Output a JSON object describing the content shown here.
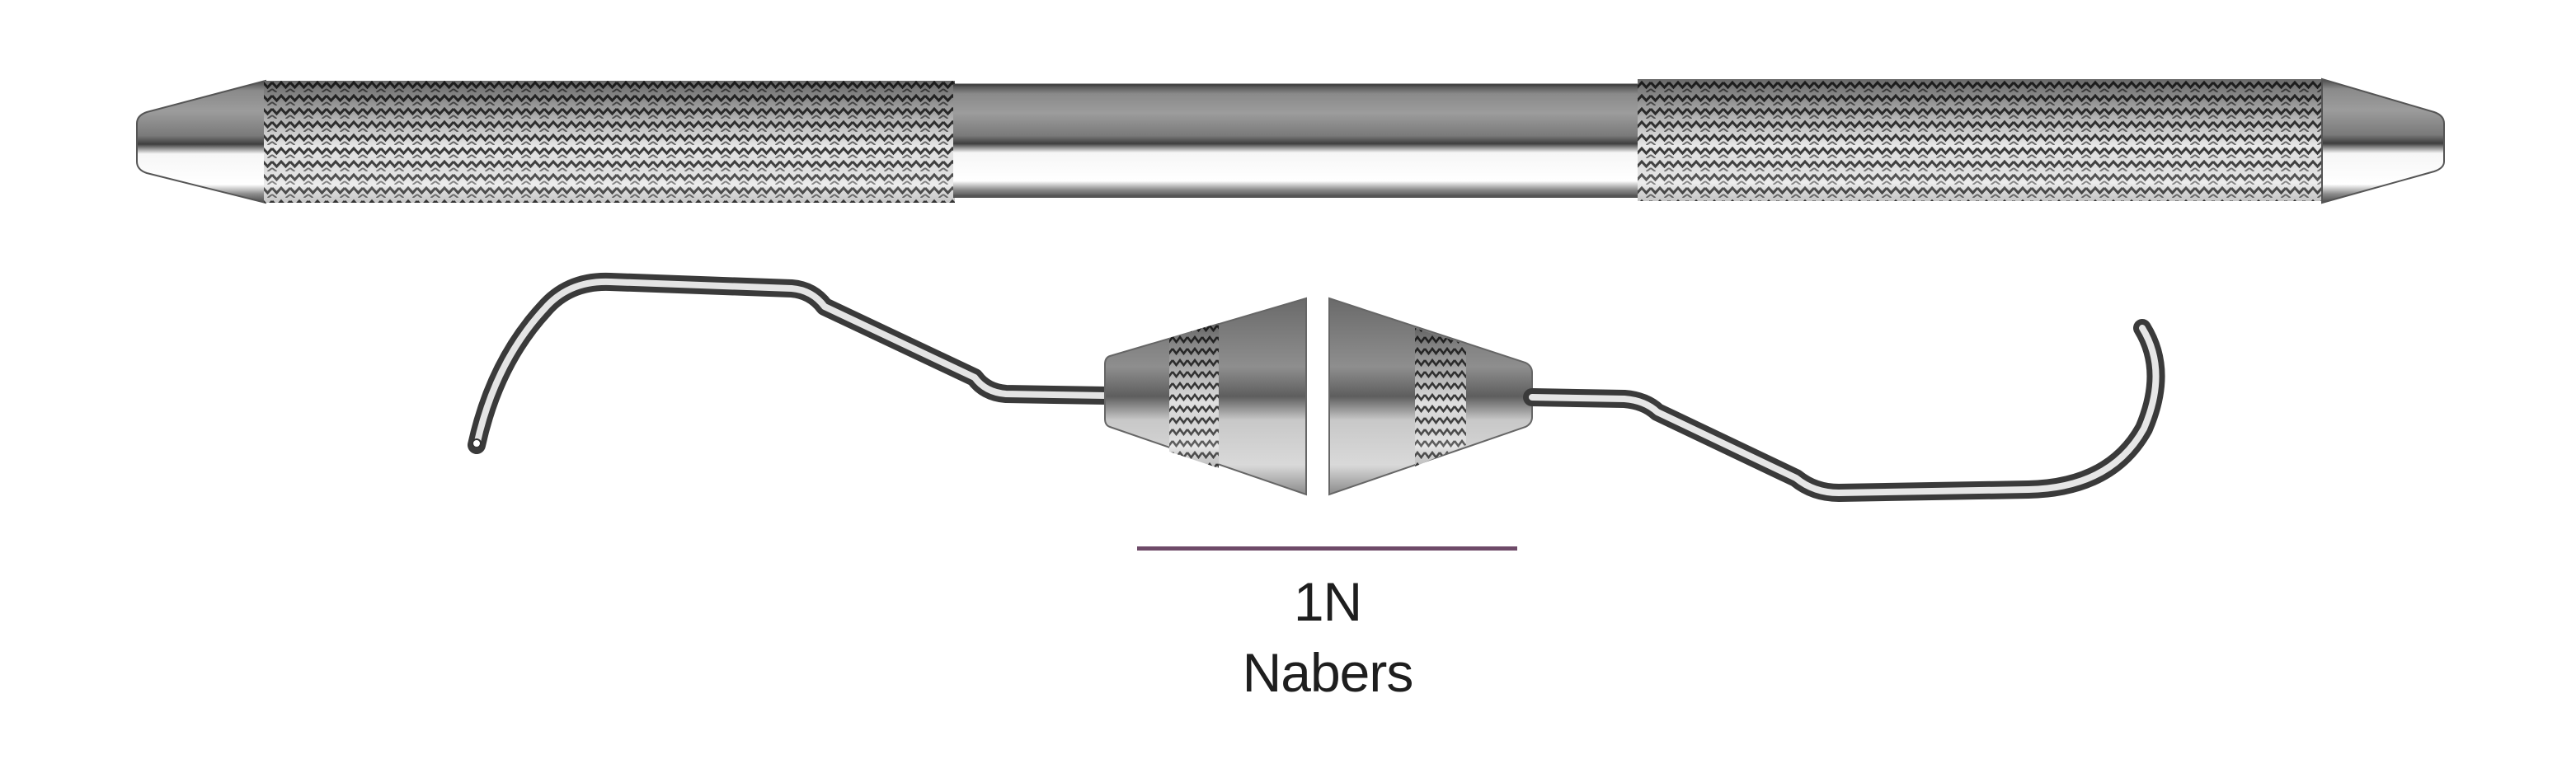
{
  "product": {
    "model_code": "1N",
    "model_name": "Nabers",
    "instrument_type": "double-ended periodontal probe"
  },
  "colors": {
    "background": "#ffffff",
    "divider": "#6e4a68",
    "text": "#1e1e1e",
    "steel_dark": "#5a5a5a",
    "steel_mid": "#8c8c8c",
    "steel_light": "#e6e6e6"
  },
  "illustrations": {
    "handle": "knurled-double-grip-handle",
    "working_ends": "curved-probe-tips-with-knurled-cone-ferrules"
  }
}
